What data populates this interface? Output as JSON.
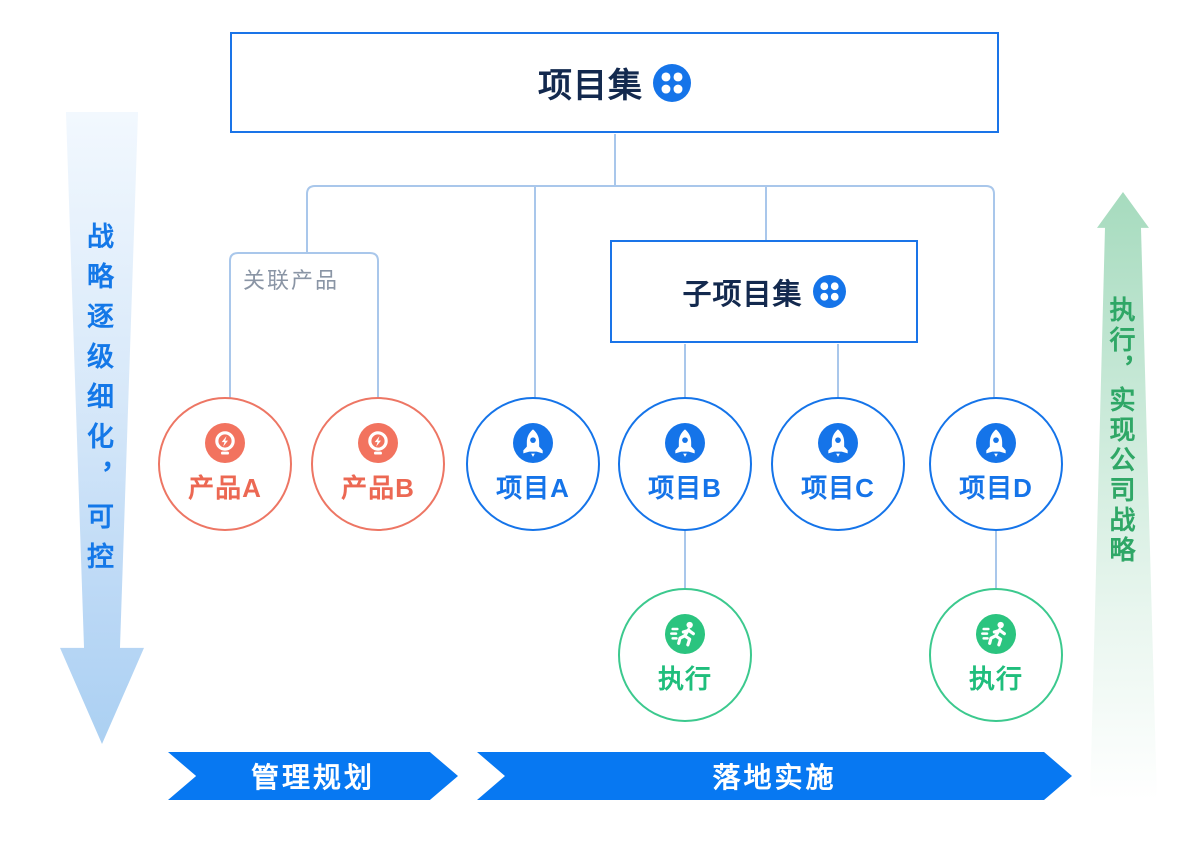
{
  "diagram": {
    "program": {
      "label": "项目集",
      "icon": "program-icon"
    },
    "subprogram": {
      "label": "子项目集",
      "icon": "program-icon"
    },
    "related_products": {
      "label": "关联产品"
    },
    "products": [
      {
        "label": "产品A",
        "icon": "product-icon"
      },
      {
        "label": "产品B",
        "icon": "product-icon"
      }
    ],
    "projects": [
      {
        "label": "项目A",
        "icon": "rocket-icon"
      },
      {
        "label": "项目B",
        "icon": "rocket-icon"
      },
      {
        "label": "项目C",
        "icon": "rocket-icon"
      },
      {
        "label": "项目D",
        "icon": "rocket-icon"
      }
    ],
    "executions": [
      {
        "label": "执行",
        "icon": "runner-icon"
      },
      {
        "label": "执行",
        "icon": "runner-icon"
      }
    ],
    "side_arrows": {
      "left": {
        "text": "战略逐级细化，可控",
        "direction": "down"
      },
      "right": {
        "text": "执行，实现公司战略",
        "direction": "up"
      }
    },
    "bottom_banners": [
      {
        "label": "管理规划"
      },
      {
        "label": "落地实施"
      }
    ],
    "colors": {
      "primary_blue": "#1574e9",
      "dark_navy": "#13294e",
      "connector_blue": "#a9c7eb",
      "salmon_border": "#ed7664",
      "salmon_text": "#ec6853",
      "salmon_icon": "#f2735f",
      "green_border": "#3cc98e",
      "green_text": "#1fbe7c",
      "green_icon": "#2bc47f",
      "banner_blue": "#0778f2",
      "gray_label": "#8a95a5",
      "left_arrow_text_color": "#1478e8",
      "right_arrow_text_color": "#2fa766"
    }
  }
}
